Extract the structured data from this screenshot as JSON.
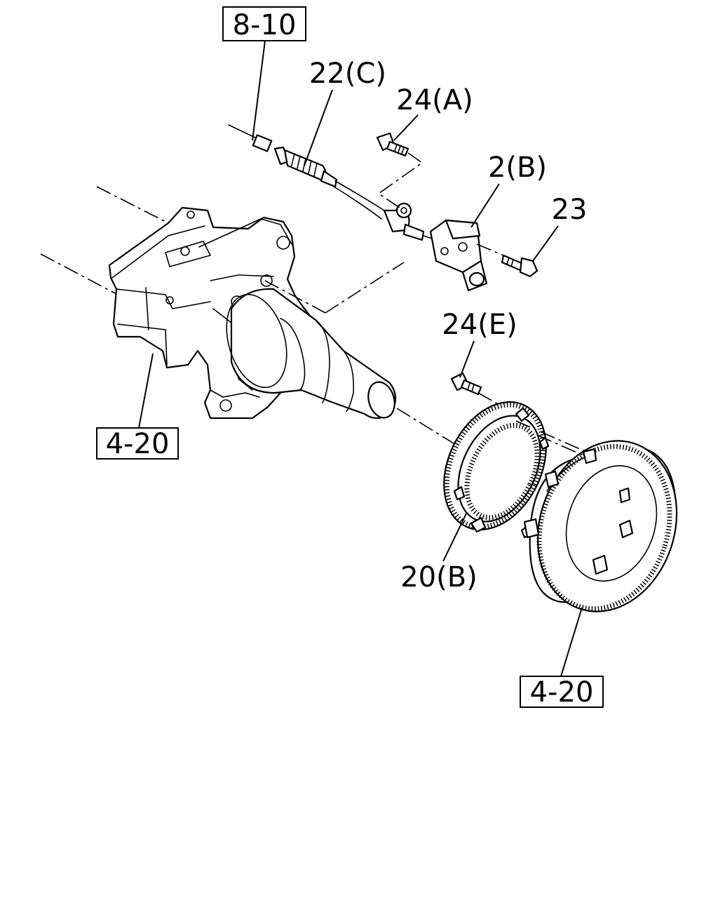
{
  "labels": {
    "ref_8_10": "8-10",
    "part_22c": "22(C)",
    "part_24a": "24(A)",
    "part_2b": "2(B)",
    "part_23": "23",
    "part_24e": "24(E)",
    "ref_4_20_axle": "4-20",
    "part_20b": "20(B)",
    "ref_4_20_disc": "4-20"
  }
}
